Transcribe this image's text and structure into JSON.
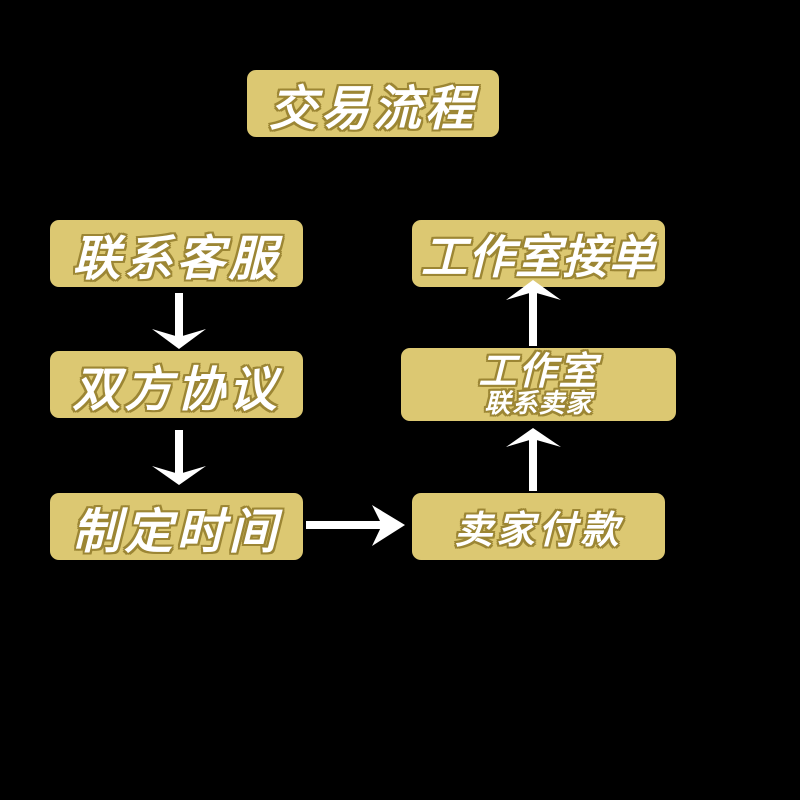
{
  "title": "交易流程",
  "steps": {
    "contact_service": "联系客服",
    "agreement": "双方协议",
    "schedule": "制定时间",
    "payment": "卖家付款",
    "studio_contact": {
      "line1": "工作室",
      "line2": "联系卖家"
    },
    "studio_accept": "工作室接单"
  },
  "colors": {
    "background": "#000000",
    "box": "#DCC872",
    "text": "#FFFFFF",
    "text_outline": "#9C8634",
    "arrow": "#FFFFFF"
  }
}
